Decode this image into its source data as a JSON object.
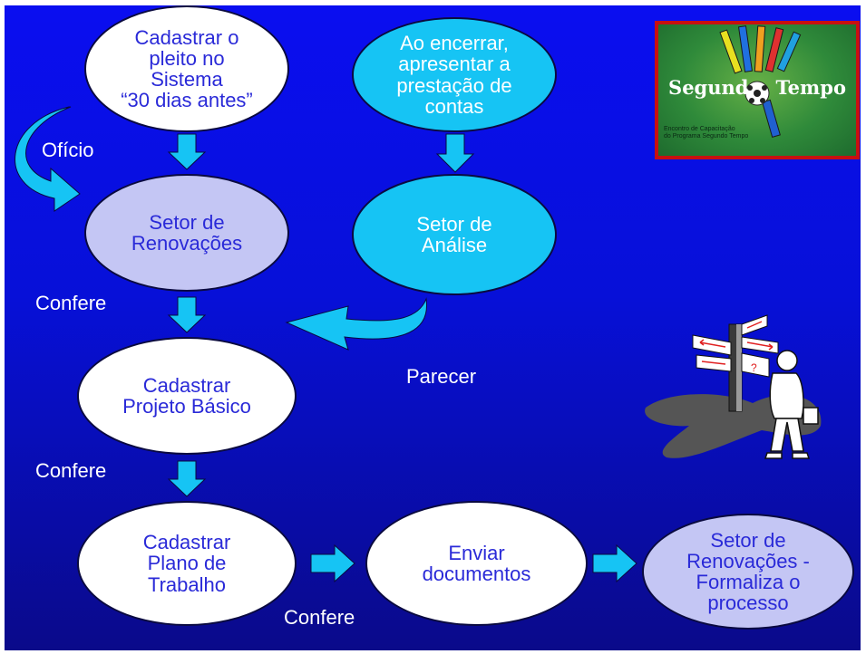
{
  "nodes": {
    "cadastrar_pleito": "Cadastrar o\npleito no\nSistema\n“30 dias antes”",
    "ao_encerrar": "Ao encerrar,\napresentar a\nprestação de\ncontas",
    "setor_renovacoes": "Setor de\nRenovações",
    "setor_analise": "Setor de\nAnálise",
    "cadastrar_projeto": "Cadastrar\nProjeto Básico",
    "cadastrar_plano": "Cadastrar\nPlano de\nTrabalho",
    "enviar_documentos": "Enviar\ndocumentos",
    "setor_renovacoes_formaliza": "Setor de\nRenovações -\nFormaliza o\nprocesso"
  },
  "labels": {
    "oficio": "Ofício",
    "confere_1": "Confere",
    "parecer": "Parecer",
    "confere_2": "Confere",
    "confere_3": "Confere"
  },
  "logo": {
    "title_left": "Segund",
    "title_right": "Tempo",
    "sub_line1": "Encontro de Capacitação",
    "sub_line2": "do Programa Segundo Tempo"
  },
  "colors": {
    "background": "#0710d8",
    "arrow": "#16c4f4",
    "node_white": "#ffffff",
    "node_cyan": "#16c4f4",
    "node_lavender": "#c4c6f4",
    "node_text": "#2a2ad8"
  }
}
